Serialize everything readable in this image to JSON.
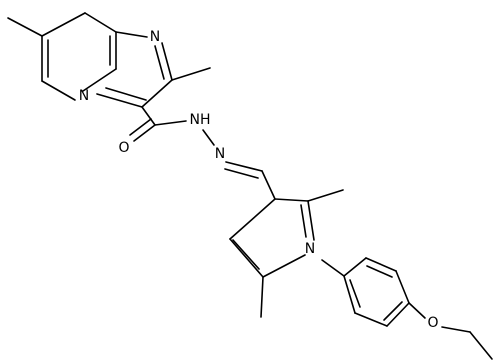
{
  "molecule": {
    "atom_labels": {
      "n_imidazole": "N",
      "n_bridge": "N",
      "o_carbonyl": "O",
      "nh_hydrazide": "NH",
      "n_imine": "N",
      "n_pyrrole": "N",
      "o_ether": "O"
    },
    "colors": {
      "bond": "#000000",
      "label": "#000000",
      "background": "#ffffff"
    }
  }
}
